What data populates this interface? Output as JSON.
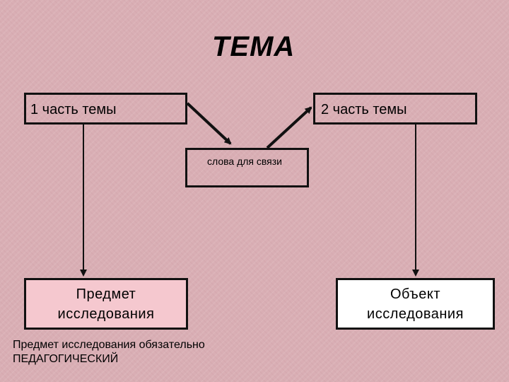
{
  "title": "ТЕМА",
  "nodes": {
    "part1": "1 часть темы",
    "part2": "2 часть темы",
    "link_words": "слова для связи",
    "subject_line1": "Предмет",
    "subject_line2": "исследования",
    "object_line1": "Объект",
    "object_line2": "исследования"
  },
  "note": {
    "line1": "Предмет исследования обязательно",
    "line2": "ПЕДАГОГИЧЕСКИЙ"
  },
  "colors": {
    "background": "#d9aeb4",
    "subject_fill": "#f5c8cf",
    "object_fill": "#ffffff",
    "stroke": "#111111"
  }
}
